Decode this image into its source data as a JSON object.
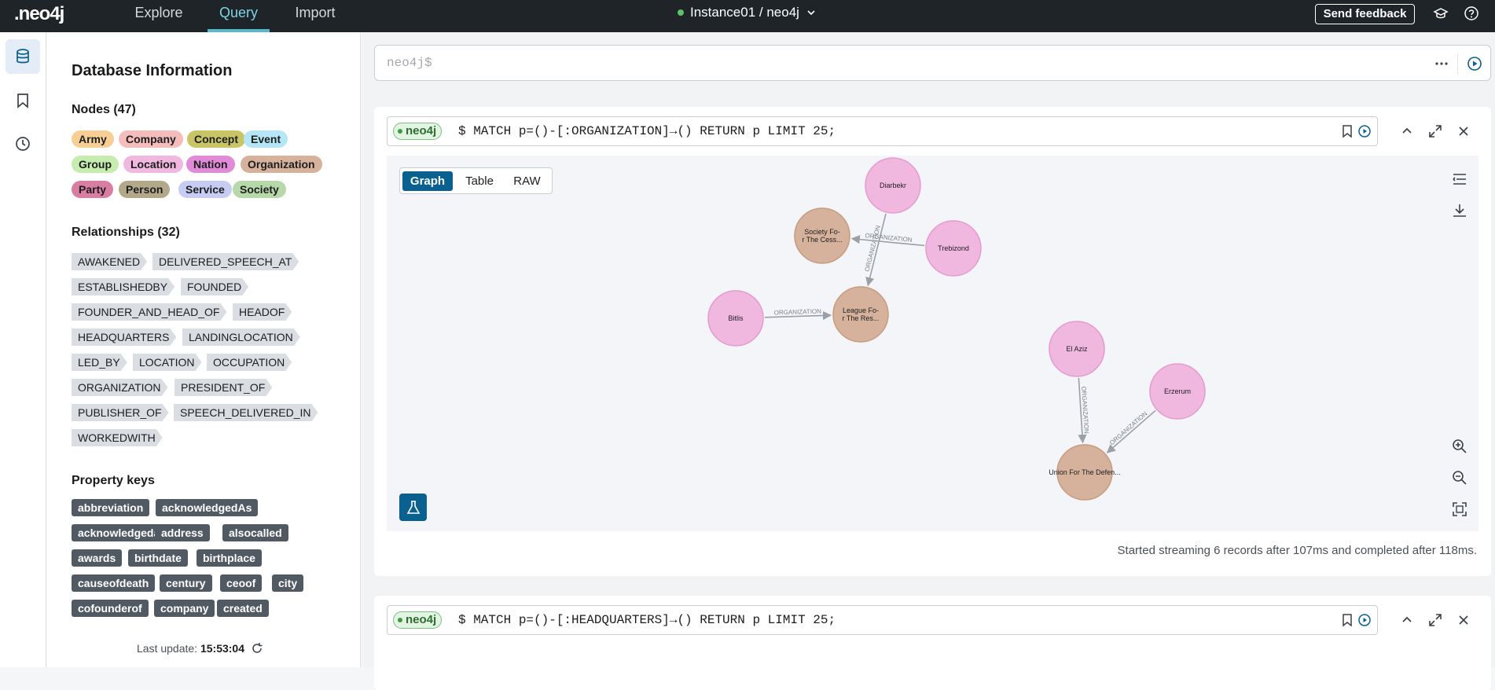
{
  "header": {
    "logo": ".neo4j",
    "tabs": [
      {
        "label": "Explore"
      },
      {
        "label": "Query"
      },
      {
        "label": "Import"
      }
    ],
    "instance": "Instance01 / neo4j",
    "feedback": "Send feedback"
  },
  "sidebar": {
    "title": "Database Information",
    "nodes_heading": "Nodes (47)",
    "labels": [
      "Army",
      "Company",
      "Concept",
      "Event",
      "Group",
      "Location",
      "Nation",
      "Organization",
      "Party",
      "Person",
      "Service",
      "Society"
    ],
    "label_colors": {
      "Army": "#f7cf95",
      "Company": "#f5bcbc",
      "Concept": "#c9c566",
      "Event": "#b4e6f5",
      "Group": "#c6ecae",
      "Location": "#f0b8df",
      "Nation": "#e08ad8",
      "Organization": "#d6b29c",
      "Party": "#da7da3",
      "Person": "#b3a98a",
      "Service": "#c7ccf3",
      "Society": "#b7d9a9"
    },
    "relationships_heading": "Relationships (32)",
    "relationships": [
      "AWAKENED",
      "DELIVERED_SPEECH_AT",
      "ESTABLISHEDBY",
      "FOUNDED",
      "FOUNDER_AND_HEAD_OF",
      "HEADOF",
      "HEADQUARTERS",
      "LANDINGLOCATION",
      "LED_BY",
      "LOCATION",
      "OCCUPATION",
      "ORGANIZATION",
      "PRESIDENT_OF",
      "PUBLISHER_OF",
      "SPEECH_DELIVERED_IN",
      "WORKEDWITH"
    ],
    "property_heading": "Property keys",
    "property_keys": [
      "abbreviation",
      "acknowledgedAs",
      "acknowledgedas",
      "address",
      "alsocalled",
      "awards",
      "birthdate",
      "birthplace",
      "causeofdeath",
      "century",
      "ceoof",
      "city",
      "cofounderof",
      "company",
      "created"
    ],
    "last_update_label": "Last update:",
    "last_update_time": "15:53:04"
  },
  "editor": {
    "placeholder": "neo4j$"
  },
  "cards": [
    {
      "db": "neo4j",
      "query": "$ MATCH p=()-[:ORGANIZATION]→() RETURN p LIMIT 25;",
      "view_tabs": [
        "Graph",
        "Table",
        "RAW"
      ],
      "active_view": "Graph",
      "status": "Started streaming 6 records after 107ms and completed after 118ms."
    },
    {
      "db": "neo4j",
      "query": "$ MATCH p=()-[:HEADQUARTERS]→() RETURN p LIMIT 25;"
    }
  ],
  "graph": {
    "nodes": [
      {
        "id": "diarbekr",
        "label": "Diarbekr",
        "type": "Location"
      },
      {
        "id": "society",
        "label": "Society Fo-r The Cess...",
        "type": "Organization"
      },
      {
        "id": "trebizond",
        "label": "Trebizond",
        "type": "Location"
      },
      {
        "id": "bitlis",
        "label": "Bitlis",
        "type": "Location"
      },
      {
        "id": "league",
        "label": "League Fo-r The Res...",
        "type": "Organization"
      },
      {
        "id": "elaziz",
        "label": "El Aziz",
        "type": "Location"
      },
      {
        "id": "erzerum",
        "label": "Erzerum",
        "type": "Location"
      },
      {
        "id": "union",
        "label": "Union For The Defen...",
        "type": "Organization"
      }
    ],
    "edges": [
      {
        "from": "diarbekr",
        "to": "league",
        "label": "ORGANIZATION"
      },
      {
        "from": "trebizond",
        "to": "society",
        "label": "ORGANIZATION"
      },
      {
        "from": "bitlis",
        "to": "league",
        "label": "ORGANIZATION"
      },
      {
        "from": "elaziz",
        "to": "union",
        "label": "ORGANIZATION"
      },
      {
        "from": "erzerum",
        "to": "union",
        "label": "ORGANIZATION"
      }
    ]
  }
}
